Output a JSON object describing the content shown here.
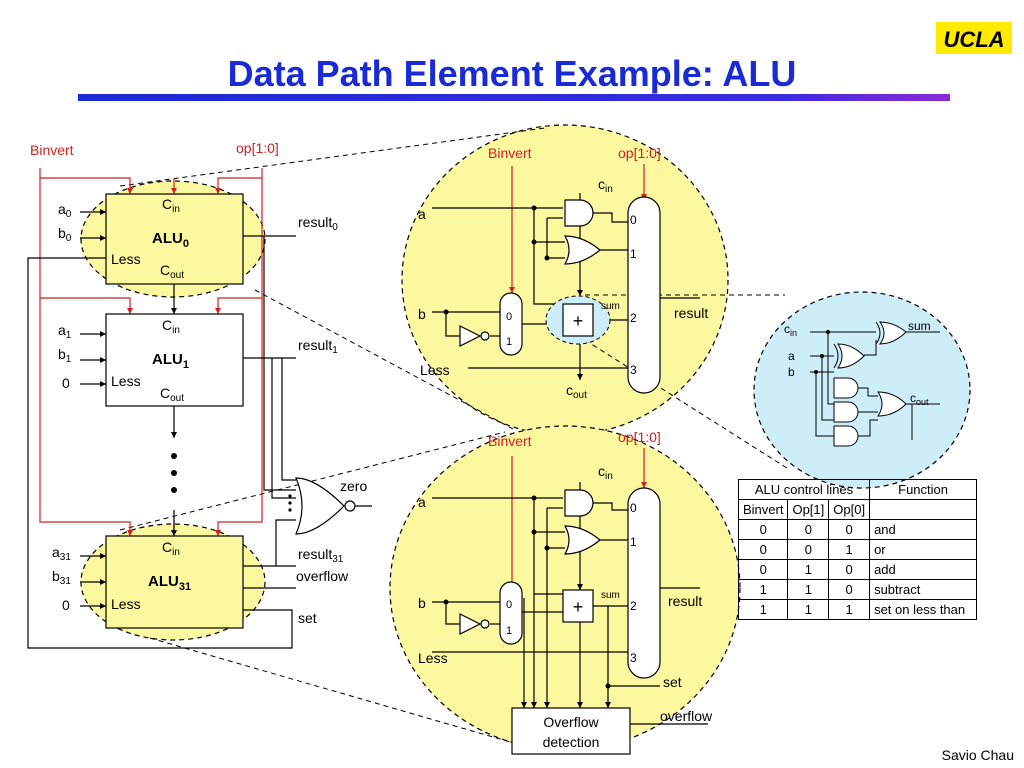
{
  "title": "Data Path Element Example: ALU",
  "logo": "UCLA",
  "author": "Savio Chau",
  "left": {
    "binvert": "Binvert",
    "op": "op[1:0]",
    "alu0": {
      "cin": "C",
      "cin_sub": "in",
      "name": "ALU",
      "name_sub": "0",
      "less": "Less",
      "cout": "C",
      "cout_sub": "out",
      "a": "a",
      "a_sub": "0",
      "b": "b",
      "b_sub": "0",
      "result": "result",
      "result_sub": "0"
    },
    "alu1": {
      "cin": "C",
      "cin_sub": "in",
      "name": "ALU",
      "name_sub": "1",
      "less": "Less",
      "cout": "C",
      "cout_sub": "out",
      "a": "a",
      "a_sub": "1",
      "b": "b",
      "b_sub": "1",
      "result": "result",
      "result_sub": "1",
      "less_in": "0"
    },
    "alu31": {
      "cin": "C",
      "cin_sub": "in",
      "name": "ALU",
      "name_sub": "31",
      "less": "Less",
      "a": "a",
      "a_sub": "31",
      "b": "b",
      "b_sub": "31",
      "result": "result",
      "result_sub": "31",
      "less_in": "0",
      "overflow": "overflow",
      "set": "set"
    },
    "zero": "zero"
  },
  "detail_top": {
    "binvert": "Binvert",
    "op": "op[1:0]",
    "cin": "c",
    "cin_sub": "in",
    "a": "a",
    "b": "b",
    "less": "Less",
    "cout": "c",
    "cout_sub": "out",
    "sum": "sum",
    "result": "result",
    "plus": "+",
    "mux_in": [
      "0",
      "1",
      "2",
      "3"
    ],
    "bmux": [
      "0",
      "1"
    ]
  },
  "detail_bottom": {
    "binvert": "Binvert",
    "op": "op[1:0]",
    "cin": "c",
    "cin_sub": "in",
    "a": "a",
    "b": "b",
    "less": "Less",
    "sum": "sum",
    "result": "result",
    "plus": "+",
    "set": "set",
    "overflow": "overflow",
    "ovf_line1": "Overflow",
    "ovf_line2": "detection",
    "mux_in": [
      "0",
      "1",
      "2",
      "3"
    ],
    "bmux": [
      "0",
      "1"
    ]
  },
  "adder": {
    "cin": "c",
    "cin_sub": "in",
    "a": "a",
    "b": "b",
    "sum": "sum",
    "cout": "c",
    "cout_sub": "out"
  },
  "table": {
    "head1": [
      "ALU control lines",
      "Function"
    ],
    "head2": [
      "Binvert",
      "Op[1]",
      "Op[0]"
    ],
    "rows": [
      [
        "0",
        "0",
        "0",
        "and"
      ],
      [
        "0",
        "0",
        "1",
        "or"
      ],
      [
        "0",
        "1",
        "0",
        "add"
      ],
      [
        "1",
        "1",
        "0",
        "subtract"
      ],
      [
        "1",
        "1",
        "1",
        "set on less than"
      ]
    ]
  },
  "colors": {
    "title": "#1a2bd6",
    "highlight": "#fcf8a0",
    "adder_bubble": "#cdeef8",
    "control_red": "#d22020",
    "logo_bg": "#ffea00"
  }
}
